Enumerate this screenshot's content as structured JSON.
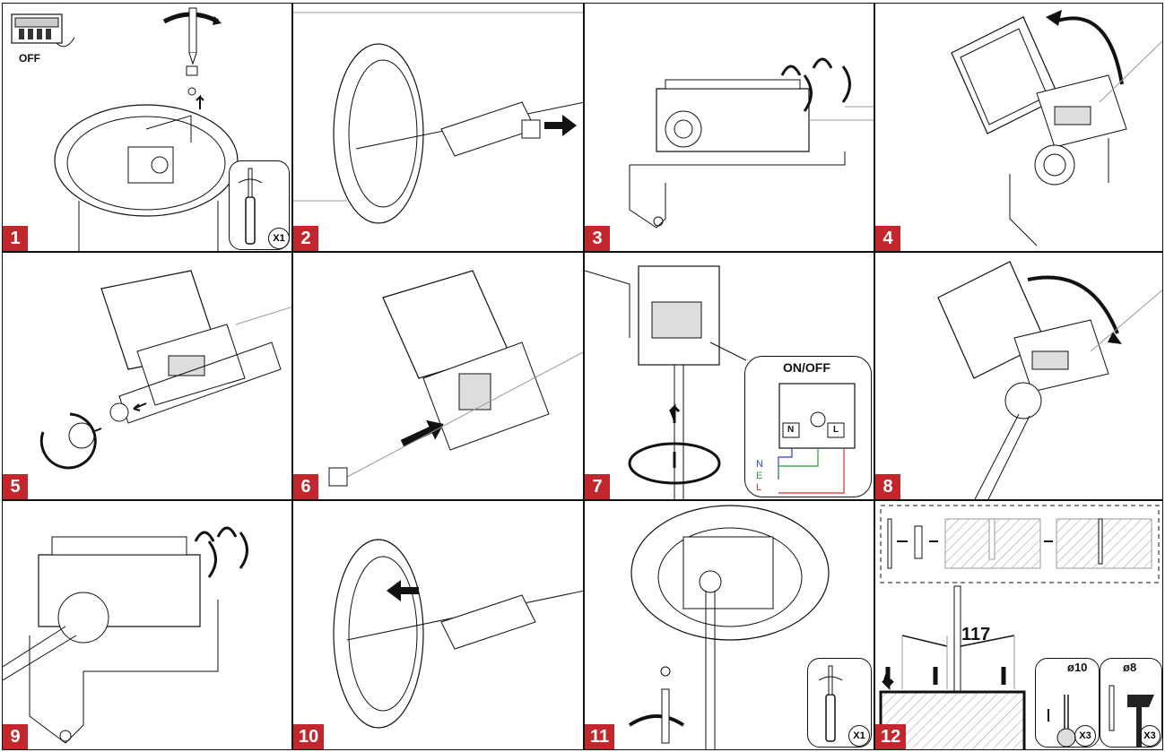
{
  "steps": [
    {
      "number": "1"
    },
    {
      "number": "2"
    },
    {
      "number": "3"
    },
    {
      "number": "4"
    },
    {
      "number": "5"
    },
    {
      "number": "6"
    },
    {
      "number": "7"
    },
    {
      "number": "8"
    },
    {
      "number": "9"
    },
    {
      "number": "10"
    },
    {
      "number": "11"
    },
    {
      "number": "12"
    }
  ],
  "step1": {
    "breaker_label": "OFF",
    "tool_qty": "X1"
  },
  "step7": {
    "callout_title": "ON/OFF",
    "terminal_n": "N",
    "terminal_l": "L",
    "wire_n": "N",
    "wire_e": "E",
    "wire_l": "L",
    "wire_colors": {
      "n": "#2b3fd6",
      "e": "#2a9d3a",
      "l": "#d62b2b"
    }
  },
  "step11": {
    "tool_qty": "X1"
  },
  "step12": {
    "dimension": "117",
    "drill_label": "ø10",
    "drill_qty": "X3",
    "plug_label": "ø8",
    "hammer_qty": "X3"
  },
  "colors": {
    "badge": "#c1272d",
    "line": "#111111"
  }
}
